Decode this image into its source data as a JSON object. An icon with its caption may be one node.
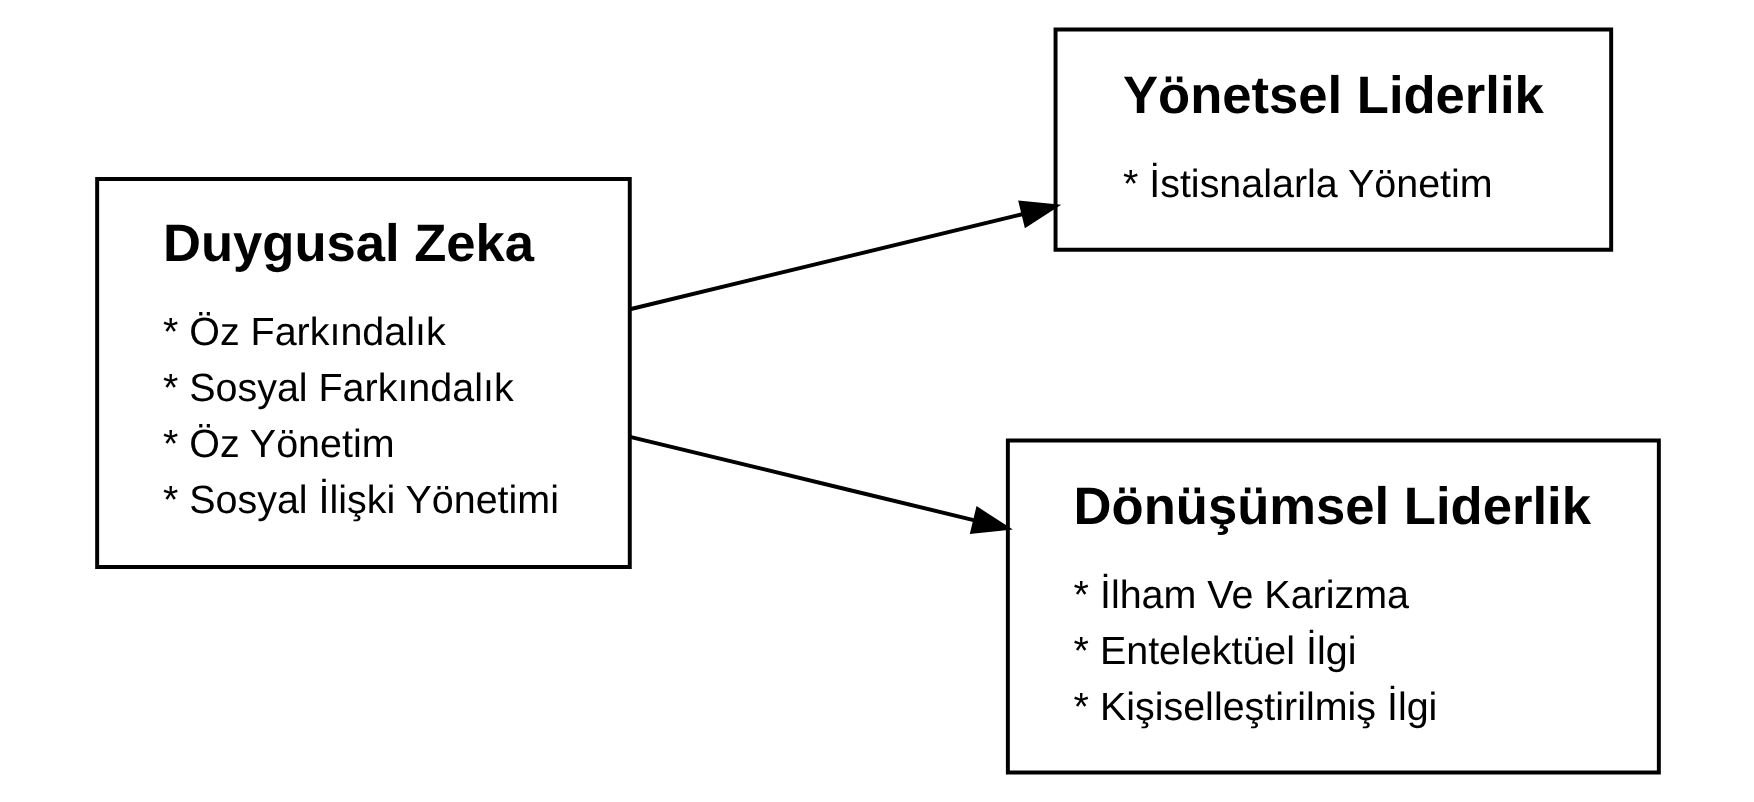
{
  "diagram": {
    "nodes": [
      {
        "text": [
          "Duygusal Zeka",
          "* Öz Farkındalık",
          "* Sosyal Farkındalık",
          "* Öz Yönetim",
          "* Sosyal İlişki Yönetimi"
        ]
      },
      {
        "text": [
          "Yönetsel Liderlik",
          "* İstisnalarla Yönetim"
        ]
      },
      {
        "text": [
          "Dönüşümsel Liderlik",
          "* İlham Ve Karizma",
          "* Entelektüel İlgi",
          "* Kişiselleştirilmiş İlgi"
        ]
      }
    ],
    "edges": [
      {
        "from": 0,
        "to": 1,
        "arrow": "to"
      },
      {
        "from": 0,
        "to": 2,
        "arrow": "to"
      }
    ]
  }
}
